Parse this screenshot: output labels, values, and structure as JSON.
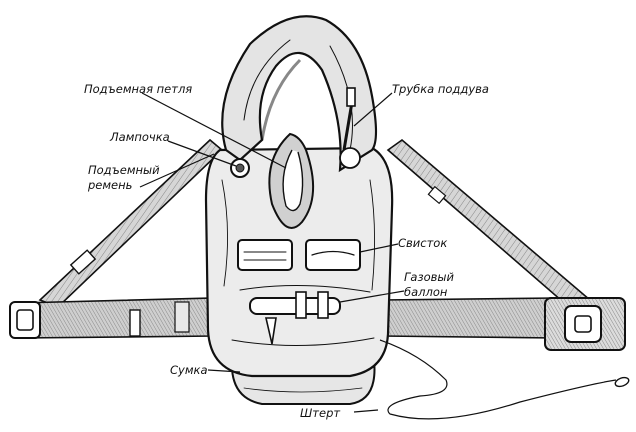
{
  "diagram": {
    "labels": {
      "lifting_loop": "Подъемная петля",
      "inflation_tube": "Трубка поддува",
      "lamp": "Лампочка",
      "lifting_strap_line1": "Подъемный",
      "lifting_strap_line2": "ремень",
      "whistle": "Свисток",
      "gas_cylinder_line1": "Газовый",
      "gas_cylinder_line2": "баллон",
      "bag": "Сумка",
      "lanyard": "Штерт"
    },
    "colors": {
      "ink": "#111111",
      "vest_fill": "#ececec",
      "strap_fill": "#d4d4d4",
      "paper": "#ffffff"
    }
  }
}
